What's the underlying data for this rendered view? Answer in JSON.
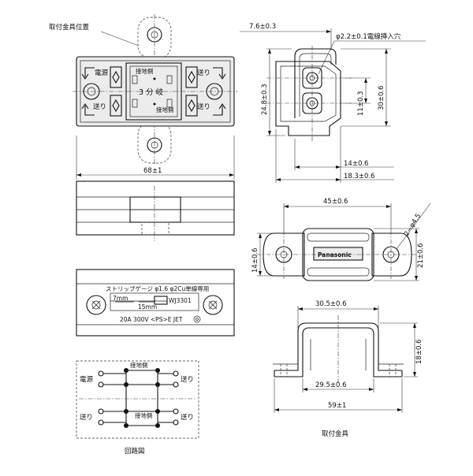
{
  "top_view": {
    "bracket_position_label": "取付金具位置",
    "power_label": "電源",
    "feed_label": "送り",
    "center_label": "3 分 岐",
    "ground_small_label": "接地側"
  },
  "top_width_dim": "68±1",
  "front_view": {
    "strip_gauge_label": "ストリップゲージ φ1.6 φ2Cu単線専用",
    "strip_7mm": "7mm",
    "strip_15mm": "15mm",
    "model": "WJ3301",
    "rating": "20A 300V <PS>E JET"
  },
  "side_view": {
    "dim_top": "7.6±0.3",
    "dim_hole": "φ2.2±0.1電線挿入穴",
    "dim_height_left": "24.8±0.3",
    "dim_11": "11±0.3",
    "dim_30": "30±0.6",
    "dim_14": "14±0.6",
    "dim_18_3": "18.3±0.6"
  },
  "bracket_plan": {
    "dim_45": "45±0.6",
    "dim_holes": "2−φ4.5",
    "dim_14": "14±0.6",
    "dim_21": "21±0.6",
    "logo": "Panasonic"
  },
  "bracket_elev": {
    "dim_30_5": "30.5±0.6",
    "dim_18": "18±0.6",
    "dim_29_5": "29.5±0.6",
    "dim_59": "59±1",
    "caption": "取付金具"
  },
  "circuit": {
    "power_label": "電源",
    "ground_top": "接地側",
    "feed_tr": "送り",
    "feed_bl": "送り",
    "ground_bottom": "接地側",
    "feed_br": "送り",
    "caption": "回路図"
  }
}
